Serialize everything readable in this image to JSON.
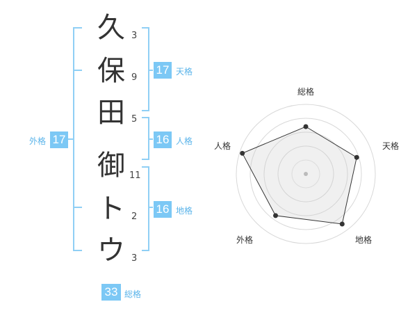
{
  "name": {
    "chars": [
      {
        "char": "久",
        "strokes": "3"
      },
      {
        "char": "保",
        "strokes": "9"
      },
      {
        "char": "田",
        "strokes": "5"
      },
      {
        "char": "御",
        "strokes": "11"
      },
      {
        "char": "ト",
        "strokes": "2"
      },
      {
        "char": "ウ",
        "strokes": "3"
      }
    ]
  },
  "kakusu": {
    "tenkaku": {
      "label": "天格",
      "value": "17"
    },
    "jinkaku": {
      "label": "人格",
      "value": "16"
    },
    "chikaku": {
      "label": "地格",
      "value": "16"
    },
    "gaikaku": {
      "label": "外格",
      "value": "17"
    },
    "soukaku": {
      "label": "総格",
      "value": "33"
    }
  },
  "colors": {
    "accent": "#7cc8f5",
    "accent_text": "#5bb4ea",
    "bracket": "#8fcff5"
  },
  "chart_data": {
    "type": "radar",
    "axes": [
      "総格",
      "天格",
      "地格",
      "外格",
      "人格"
    ],
    "values": [
      0.68,
      0.77,
      0.89,
      0.74,
      0.96
    ],
    "rings": 5
  }
}
